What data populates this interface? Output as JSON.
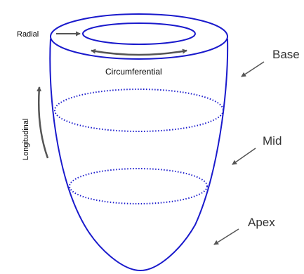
{
  "labels": {
    "radial": "Radial",
    "circumferential": "Circumferential",
    "longitudinal": "Longitudinal",
    "base": "Base",
    "mid": "Mid",
    "apex": "Apex"
  },
  "colors": {
    "outline": "#1a1acc",
    "arrow": "#555555",
    "label": "#000000",
    "region_label": "#333333"
  }
}
